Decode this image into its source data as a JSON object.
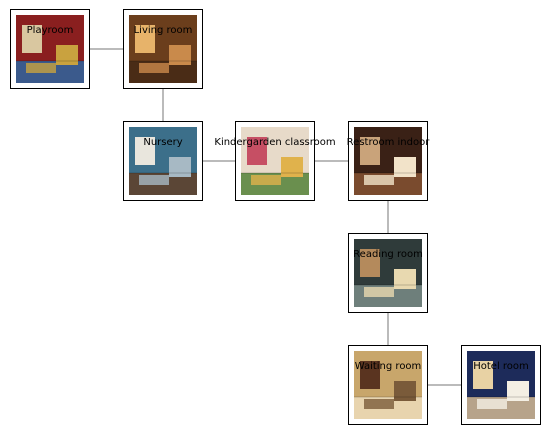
{
  "rooms": {
    "playroom": {
      "label": "Playroom",
      "palette": [
        "#8a1f1f",
        "#d9c7a0",
        "#3b5a8c",
        "#c9a23f"
      ],
      "icon": "playroom-photo-icon"
    },
    "living_room": {
      "label": "Living room",
      "palette": [
        "#6b3e1c",
        "#e7b36a",
        "#4a2c16",
        "#c98a4b"
      ],
      "icon": "living-room-photo-icon"
    },
    "nursery": {
      "label": "Nursery",
      "palette": [
        "#3c6f8a",
        "#e9e6dd",
        "#5b4636",
        "#a7b9c4"
      ],
      "icon": "nursery-photo-icon"
    },
    "kindergarden": {
      "label": "Kindergarden classroom",
      "palette": [
        "#e7dac9",
        "#c64f64",
        "#6a8f4e",
        "#e0b24c"
      ],
      "icon": "kindergarden-photo-icon"
    },
    "restroom": {
      "label": "Restroom indoor",
      "palette": [
        "#3a2116",
        "#c9a37a",
        "#7a4b2e",
        "#f2e3c9"
      ],
      "icon": "restroom-photo-icon"
    },
    "reading": {
      "label": "Reading room",
      "palette": [
        "#2f3b3a",
        "#b48a5c",
        "#6e7f7b",
        "#e8d9b0"
      ],
      "icon": "reading-room-photo-icon"
    },
    "waiting": {
      "label": "Waiting room",
      "palette": [
        "#c8a66b",
        "#5a3420",
        "#e8d4ae",
        "#7a5b3a"
      ],
      "icon": "waiting-room-photo-icon"
    },
    "hotel": {
      "label": "Hotel room",
      "palette": [
        "#1d2b5a",
        "#e8d2a4",
        "#b7a38a",
        "#f4efe4"
      ],
      "icon": "hotel-room-photo-icon"
    }
  },
  "edges": [
    [
      "playroom",
      "living_room"
    ],
    [
      "living_room",
      "nursery"
    ],
    [
      "nursery",
      "kindergarden"
    ],
    [
      "kindergarden",
      "restroom"
    ],
    [
      "restroom",
      "reading"
    ],
    [
      "reading",
      "waiting"
    ],
    [
      "waiting",
      "hotel"
    ]
  ]
}
